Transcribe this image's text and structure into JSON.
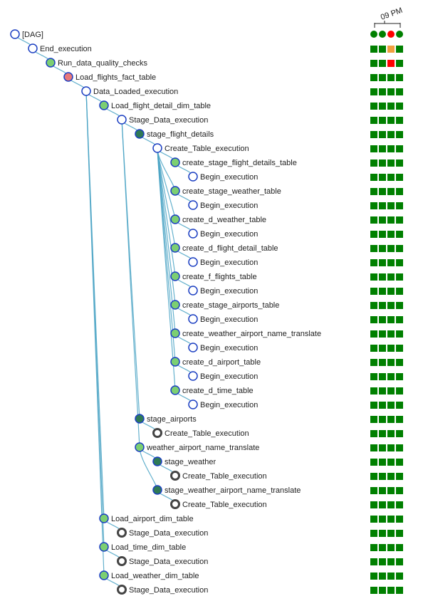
{
  "header": {
    "time_label": "09 PM"
  },
  "colors": {
    "success": "#008000",
    "upstream_failed": "#f0a040",
    "failed": "#ff0000",
    "line": "#4aa3c4",
    "node_success_fill": "#7ccf72",
    "node_running_fill": "#2f7a56",
    "node_failed_fill": "#e87a7a",
    "node_border": "#1c3fc2",
    "node_empty_fill": "#ffffff",
    "node_skipped_border": "#444444"
  },
  "dag_runs": [
    "success",
    "success",
    "failed",
    "success"
  ],
  "nodes": [
    {
      "label": "[DAG]",
      "depth": 0,
      "parent": null,
      "state": "none",
      "cells": [
        "success",
        "success",
        "success",
        "success"
      ]
    },
    {
      "label": "End_execution",
      "depth": 1,
      "parent": 0,
      "state": "none",
      "cells": [
        "success",
        "success",
        "upstream_failed",
        "success"
      ]
    },
    {
      "label": "Run_data_quality_checks",
      "depth": 2,
      "parent": 1,
      "state": "success",
      "cells": [
        "success",
        "success",
        "failed",
        "success"
      ]
    },
    {
      "label": "Load_flights_fact_table",
      "depth": 3,
      "parent": 2,
      "state": "failed",
      "cells": [
        "success",
        "success",
        "success",
        "success"
      ]
    },
    {
      "label": "Data_Loaded_execution",
      "depth": 4,
      "parent": 3,
      "state": "none",
      "cells": [
        "success",
        "success",
        "success",
        "success"
      ]
    },
    {
      "label": "Load_flight_detail_dim_table",
      "depth": 5,
      "parent": 4,
      "state": "success",
      "cells": [
        "success",
        "success",
        "success",
        "success"
      ]
    },
    {
      "label": "Stage_Data_execution",
      "depth": 6,
      "parent": 5,
      "state": "none",
      "cells": [
        "success",
        "success",
        "success",
        "success"
      ]
    },
    {
      "label": "stage_flight_details",
      "depth": 7,
      "parent": 6,
      "state": "running",
      "cells": [
        "success",
        "success",
        "success",
        "success"
      ]
    },
    {
      "label": "Create_Table_execution",
      "depth": 8,
      "parent": 7,
      "state": "none",
      "cells": [
        "success",
        "success",
        "success",
        "success"
      ]
    },
    {
      "label": "create_stage_flight_details_table",
      "depth": 9,
      "parent": 8,
      "state": "success",
      "cells": [
        "success",
        "success",
        "success",
        "success"
      ]
    },
    {
      "label": "Begin_execution",
      "depth": 10,
      "parent": 9,
      "state": "none",
      "cells": [
        "success",
        "success",
        "success",
        "success"
      ]
    },
    {
      "label": "create_stage_weather_table",
      "depth": 9,
      "parent": 8,
      "state": "success",
      "cells": [
        "success",
        "success",
        "success",
        "success"
      ]
    },
    {
      "label": "Begin_execution",
      "depth": 10,
      "parent": 11,
      "state": "none",
      "cells": [
        "success",
        "success",
        "success",
        "success"
      ]
    },
    {
      "label": "create_d_weather_table",
      "depth": 9,
      "parent": 8,
      "state": "success",
      "cells": [
        "success",
        "success",
        "success",
        "success"
      ]
    },
    {
      "label": "Begin_execution",
      "depth": 10,
      "parent": 13,
      "state": "none",
      "cells": [
        "success",
        "success",
        "success",
        "success"
      ]
    },
    {
      "label": "create_d_flight_detail_table",
      "depth": 9,
      "parent": 8,
      "state": "success",
      "cells": [
        "success",
        "success",
        "success",
        "success"
      ]
    },
    {
      "label": "Begin_execution",
      "depth": 10,
      "parent": 15,
      "state": "none",
      "cells": [
        "success",
        "success",
        "success",
        "success"
      ]
    },
    {
      "label": "create_f_flights_table",
      "depth": 9,
      "parent": 8,
      "state": "success",
      "cells": [
        "success",
        "success",
        "success",
        "success"
      ]
    },
    {
      "label": "Begin_execution",
      "depth": 10,
      "parent": 17,
      "state": "none",
      "cells": [
        "success",
        "success",
        "success",
        "success"
      ]
    },
    {
      "label": "create_stage_airports_table",
      "depth": 9,
      "parent": 8,
      "state": "success",
      "cells": [
        "success",
        "success",
        "success",
        "success"
      ]
    },
    {
      "label": "Begin_execution",
      "depth": 10,
      "parent": 19,
      "state": "none",
      "cells": [
        "success",
        "success",
        "success",
        "success"
      ]
    },
    {
      "label": "create_weather_airport_name_translate",
      "depth": 9,
      "parent": 8,
      "state": "success",
      "cells": [
        "success",
        "success",
        "success",
        "success"
      ]
    },
    {
      "label": "Begin_execution",
      "depth": 10,
      "parent": 21,
      "state": "none",
      "cells": [
        "success",
        "success",
        "success",
        "success"
      ]
    },
    {
      "label": "create_d_airport_table",
      "depth": 9,
      "parent": 8,
      "state": "success",
      "cells": [
        "success",
        "success",
        "success",
        "success"
      ]
    },
    {
      "label": "Begin_execution",
      "depth": 10,
      "parent": 23,
      "state": "none",
      "cells": [
        "success",
        "success",
        "success",
        "success"
      ]
    },
    {
      "label": "create_d_time_table",
      "depth": 9,
      "parent": 8,
      "state": "success",
      "cells": [
        "success",
        "success",
        "success",
        "success"
      ]
    },
    {
      "label": "Begin_execution",
      "depth": 10,
      "parent": 25,
      "state": "none",
      "cells": [
        "success",
        "success",
        "success",
        "success"
      ]
    },
    {
      "label": "stage_airports",
      "depth": 7,
      "parent": 6,
      "state": "running",
      "cells": [
        "success",
        "success",
        "success",
        "success"
      ]
    },
    {
      "label": "Create_Table_execution",
      "depth": 8,
      "parent": 27,
      "state": "skipped",
      "cells": [
        "success",
        "success",
        "success",
        "success"
      ]
    },
    {
      "label": "weather_airport_name_translate",
      "depth": 7,
      "parent": 6,
      "state": "success",
      "cells": [
        "success",
        "success",
        "success",
        "success"
      ]
    },
    {
      "label": "stage_weather",
      "depth": 8,
      "parent": 29,
      "state": "running",
      "cells": [
        "success",
        "success",
        "success",
        "success"
      ]
    },
    {
      "label": "Create_Table_execution",
      "depth": 9,
      "parent": 30,
      "state": "skipped",
      "cells": [
        "success",
        "success",
        "success",
        "success"
      ]
    },
    {
      "label": "stage_weather_airport_name_translate",
      "depth": 8,
      "parent": 29,
      "state": "running",
      "cells": [
        "success",
        "success",
        "success",
        "success"
      ]
    },
    {
      "label": "Create_Table_execution",
      "depth": 9,
      "parent": 32,
      "state": "skipped",
      "cells": [
        "success",
        "success",
        "success",
        "success"
      ]
    },
    {
      "label": "Load_airport_dim_table",
      "depth": 5,
      "parent": 4,
      "state": "success",
      "cells": [
        "success",
        "success",
        "success",
        "success"
      ]
    },
    {
      "label": "Stage_Data_execution",
      "depth": 6,
      "parent": 34,
      "state": "skipped",
      "cells": [
        "success",
        "success",
        "success",
        "success"
      ]
    },
    {
      "label": "Load_time_dim_table",
      "depth": 5,
      "parent": 4,
      "state": "success",
      "cells": [
        "success",
        "success",
        "success",
        "success"
      ]
    },
    {
      "label": "Stage_Data_execution",
      "depth": 6,
      "parent": 36,
      "state": "skipped",
      "cells": [
        "success",
        "success",
        "success",
        "success"
      ]
    },
    {
      "label": "Load_weather_dim_table",
      "depth": 5,
      "parent": 4,
      "state": "success",
      "cells": [
        "success",
        "success",
        "success",
        "success"
      ]
    },
    {
      "label": "Stage_Data_execution",
      "depth": 6,
      "parent": 38,
      "state": "skipped",
      "cells": [
        "success",
        "success",
        "success",
        "success"
      ]
    }
  ]
}
